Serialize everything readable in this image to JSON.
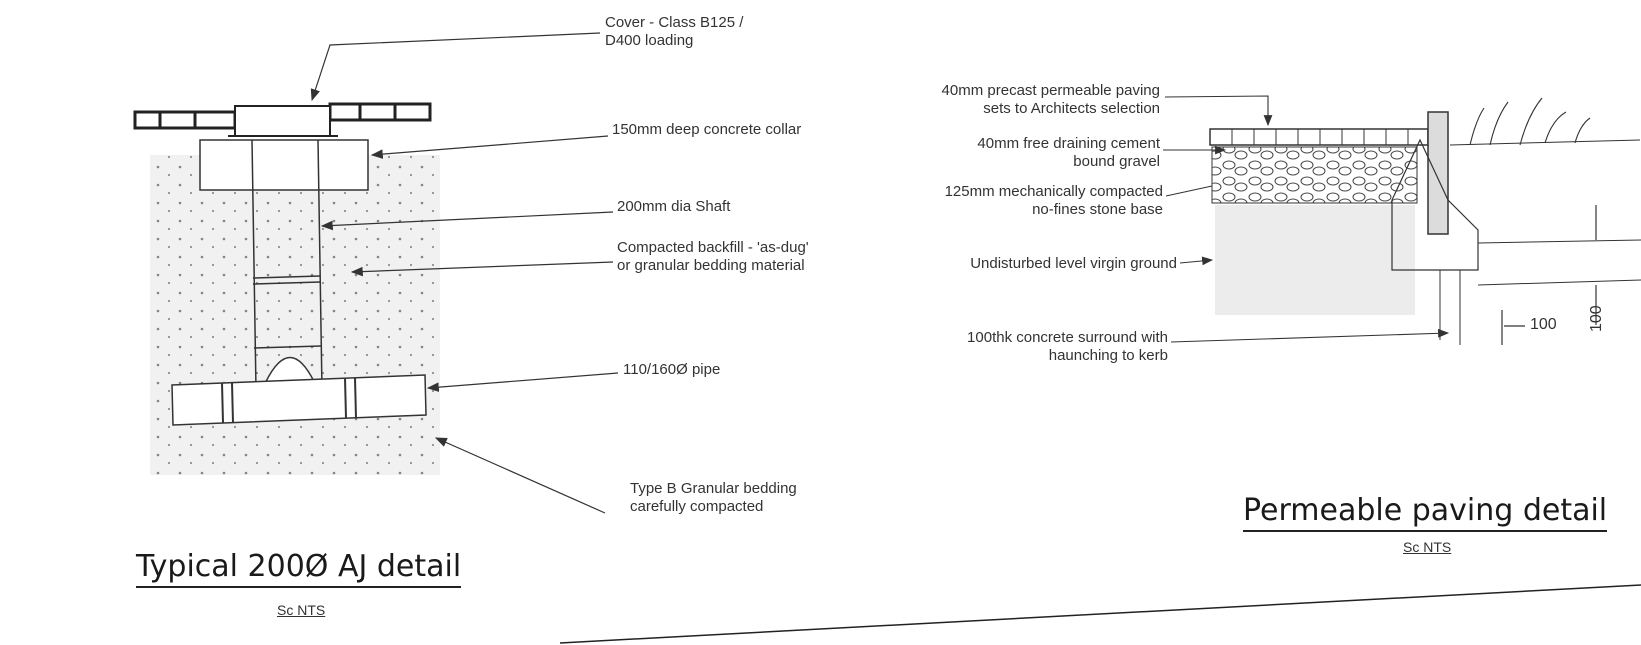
{
  "aj_detail": {
    "title": "Typical 200Ø AJ detail",
    "scale": "Sc NTS",
    "labels": {
      "cover_l1": "Cover  - Class B125 /",
      "cover_l2": "D400 loading",
      "collar": "150mm deep concrete collar",
      "shaft": "200mm dia Shaft",
      "backfill_l1": "Compacted backfill - 'as-dug'",
      "backfill_l2": "or granular bedding material",
      "pipe": "110/160Ø pipe",
      "bedding_l1": "Type B Granular bedding",
      "bedding_l2": "carefully compacted"
    }
  },
  "paving_detail": {
    "title": "Permeable paving detail",
    "scale": "Sc NTS",
    "labels": {
      "paving_l1": "40mm precast permeable paving",
      "paving_l2": "sets to Architects selection",
      "gravel_l1": "40mm free draining cement",
      "gravel_l2": "bound gravel",
      "base_l1": "125mm mechanically compacted",
      "base_l2": "no-fines stone base",
      "ground": "Undisturbed level virgin ground",
      "surround_l1": "100thk concrete surround with",
      "surround_l2": "haunching to kerb"
    },
    "dims": {
      "horizontal": "100",
      "vertical": "100"
    }
  }
}
